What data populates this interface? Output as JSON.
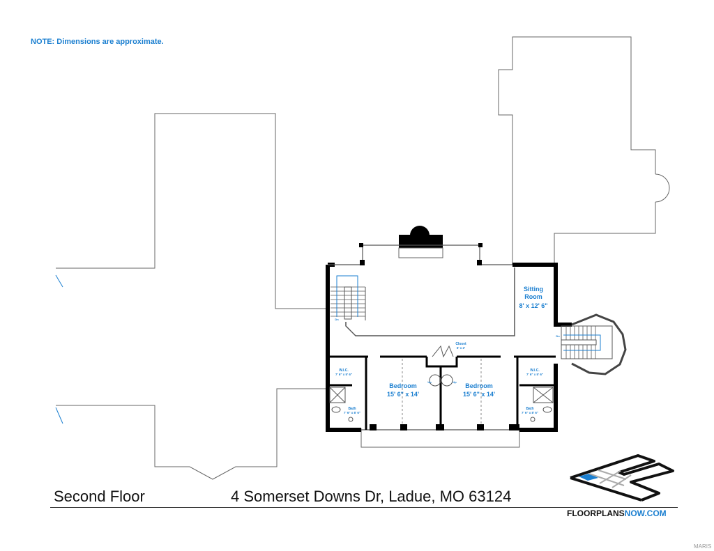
{
  "note": "NOTE: Dimensions are approximate.",
  "floor_label": "Second Floor",
  "address": "4 Somerset Downs Dr, Ladue, MO 63124",
  "brand": {
    "part1": "FLOORPLANS",
    "part2": "NOW.COM"
  },
  "watermark": "MARIS",
  "colors": {
    "accent": "#1b7fd0",
    "wall": "#000000",
    "outline": "#555555"
  },
  "rooms": {
    "sitting": {
      "name1": "Sitting",
      "name2": "Room",
      "dims": "8' x 12' 6\""
    },
    "bedroom1": {
      "name": "Bedroom",
      "dims": "15' 6\" x 14'"
    },
    "bedroom2": {
      "name": "Bedroom",
      "dims": "15' 6\" x 14'"
    },
    "closet": {
      "name": "Closet",
      "dims": "6' x 2'"
    },
    "wic1": {
      "name": "W.I.C.",
      "dims": "7' 6\" x 5' 6\""
    },
    "wic2": {
      "name": "W.I.C.",
      "dims": "7' 6\" x 5' 6\""
    },
    "bath1": {
      "name": "Bath",
      "dims": "7' 6\" x 8' 6\""
    },
    "bath2": {
      "name": "Bath",
      "dims": "7' 6\" x 8' 6\""
    }
  },
  "stairs": {
    "dn": "Dn",
    "up": "Up"
  }
}
